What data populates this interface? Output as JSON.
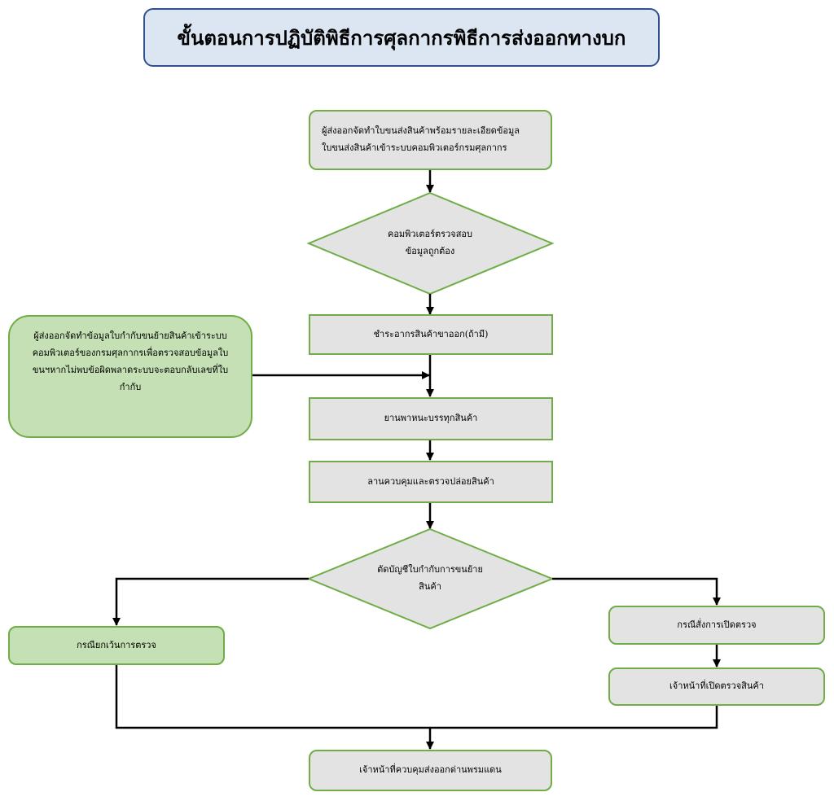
{
  "title": "ขั้นตอนการปฏิบัติพิธีการศุลกากรพิธีการส่งออกทางบก",
  "nodes": {
    "submit": "ผู้ส่งออกจัดทำใบขนส่งสินค้าพร้อมรายละเอียดข้อมูลใบขนส่งสินค้าเข้าระบบคอมพิวเตอร์กรมศุลกากร",
    "check": "คอมพิวเตอร์ตรวจสอบข้อมูลถูกต้อง",
    "pay": "ชำระอากรสินค้าขาออก(ถ้ามี)",
    "transit": "ผู้ส่งออกจัดทำข้อมูลใบกำกับขนย้ายสินค้าเข้าระบบคอมพิวเตอร์ของกรมศุลกากรเพื่อตรวจสอบข้อมูลใบขนฯหากไม่พบข้อผิดพลาดระบบจะตอบกลับเลขที่ใบกำกับ",
    "load": "ยานพาหนะบรรทุกสินค้า",
    "yard": "ลานควบคุมและตรวจปล่อยสินค้า",
    "cutoff": "ตัดบัญชีใบกำกับการขนย้ายสินค้า",
    "exempt": "กรณียกเว้นการตรวจ",
    "inspect": "กรณีสั่งการเปิดตรวจ",
    "officer_open": "เจ้าหน้าที่เปิดตรวจสินค้า",
    "final": "เจ้าหน้าที่ควบคุมส่งออกด่านพรมแดน"
  },
  "colors": {
    "title_fill": "#dce6f2",
    "title_border": "#2f528f",
    "box_fill": "#e3e3e3",
    "box_border": "#70ad47",
    "green_fill": "#c5e0b4",
    "arrow": "#000000"
  }
}
